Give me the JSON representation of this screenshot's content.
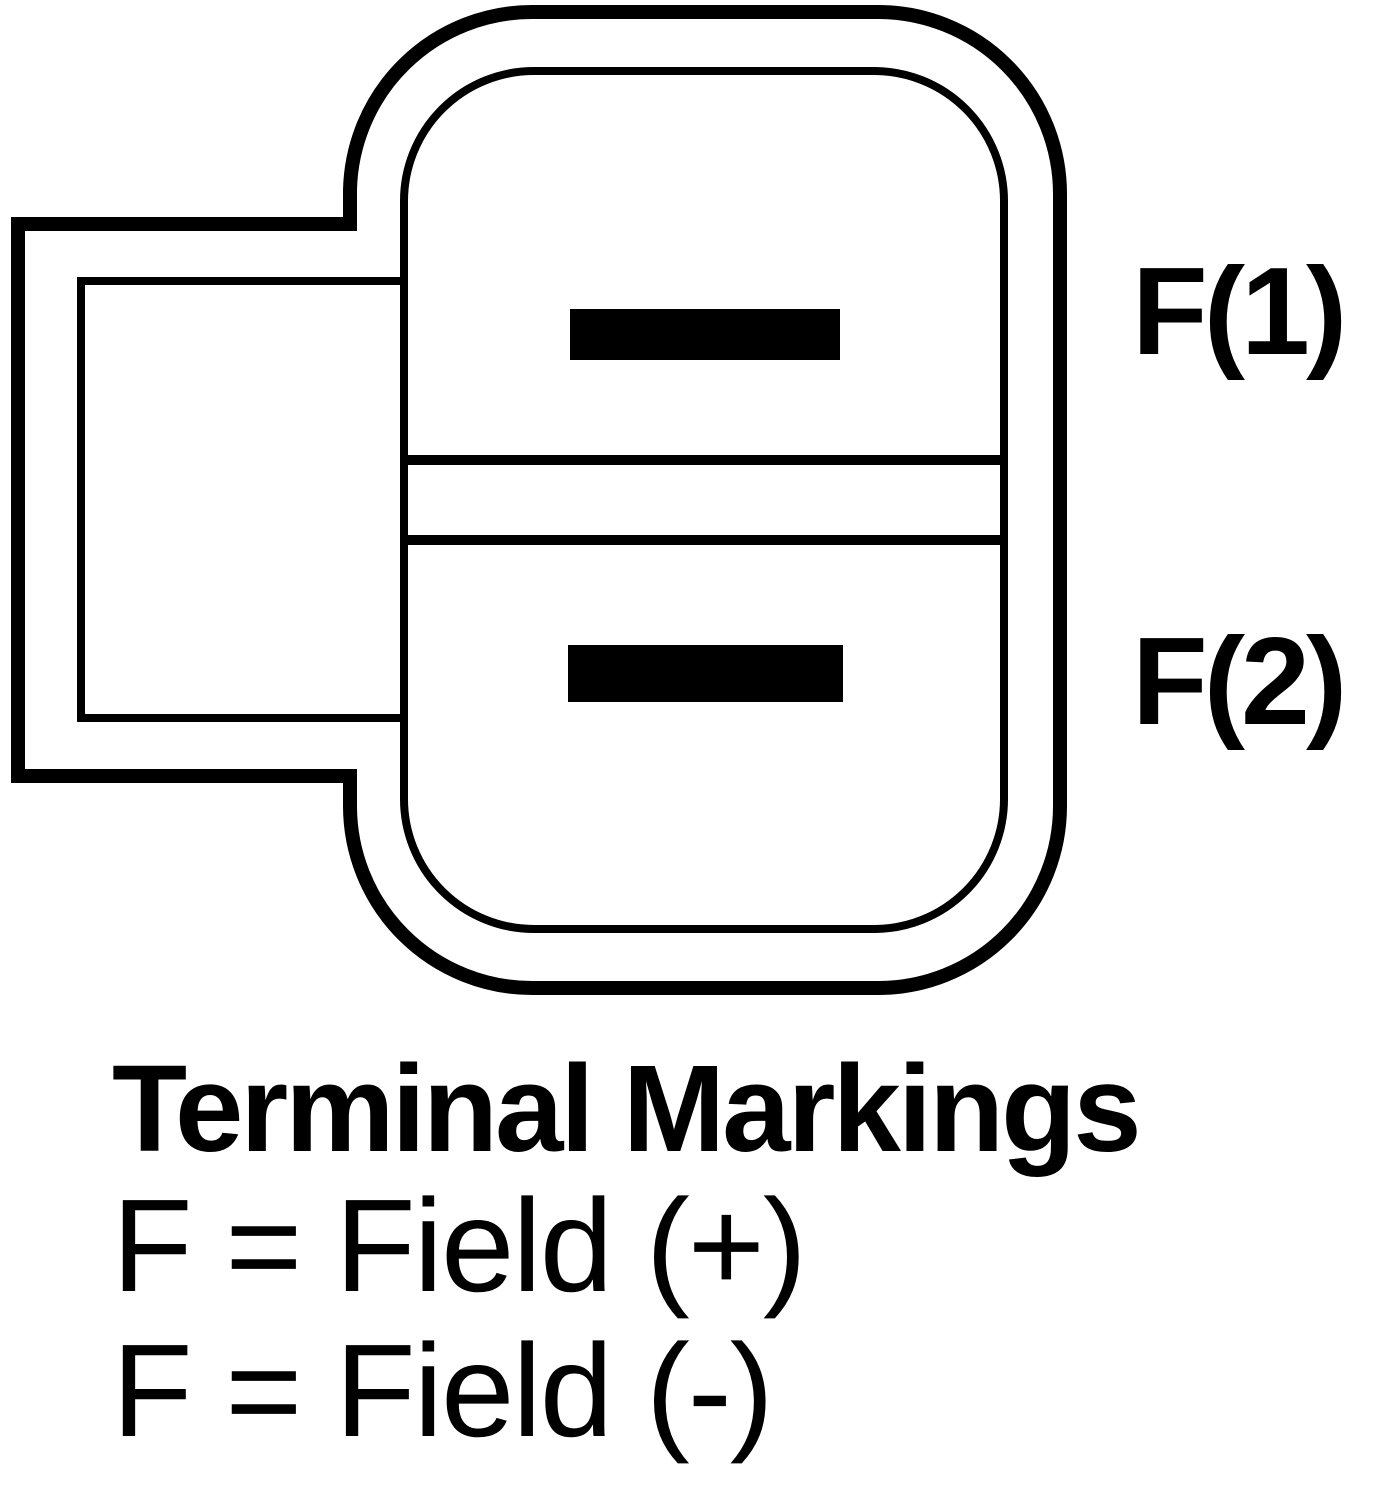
{
  "diagram": {
    "title": "Alternator connector terminal diagram",
    "connector": {
      "stroke_color": "#000000",
      "fill_color": "#ffffff",
      "terminals": [
        {
          "id": "F1",
          "label": "F(1)",
          "position": "top"
        },
        {
          "id": "F2",
          "label": "F(2)",
          "position": "bottom"
        }
      ]
    }
  },
  "labels": {
    "f1": "F(1)",
    "f2": "F(2)"
  },
  "legend": {
    "title": "Terminal Markings",
    "rows": [
      {
        "text": "F = Field (+)"
      },
      {
        "text": "F = Field (-)"
      }
    ]
  }
}
